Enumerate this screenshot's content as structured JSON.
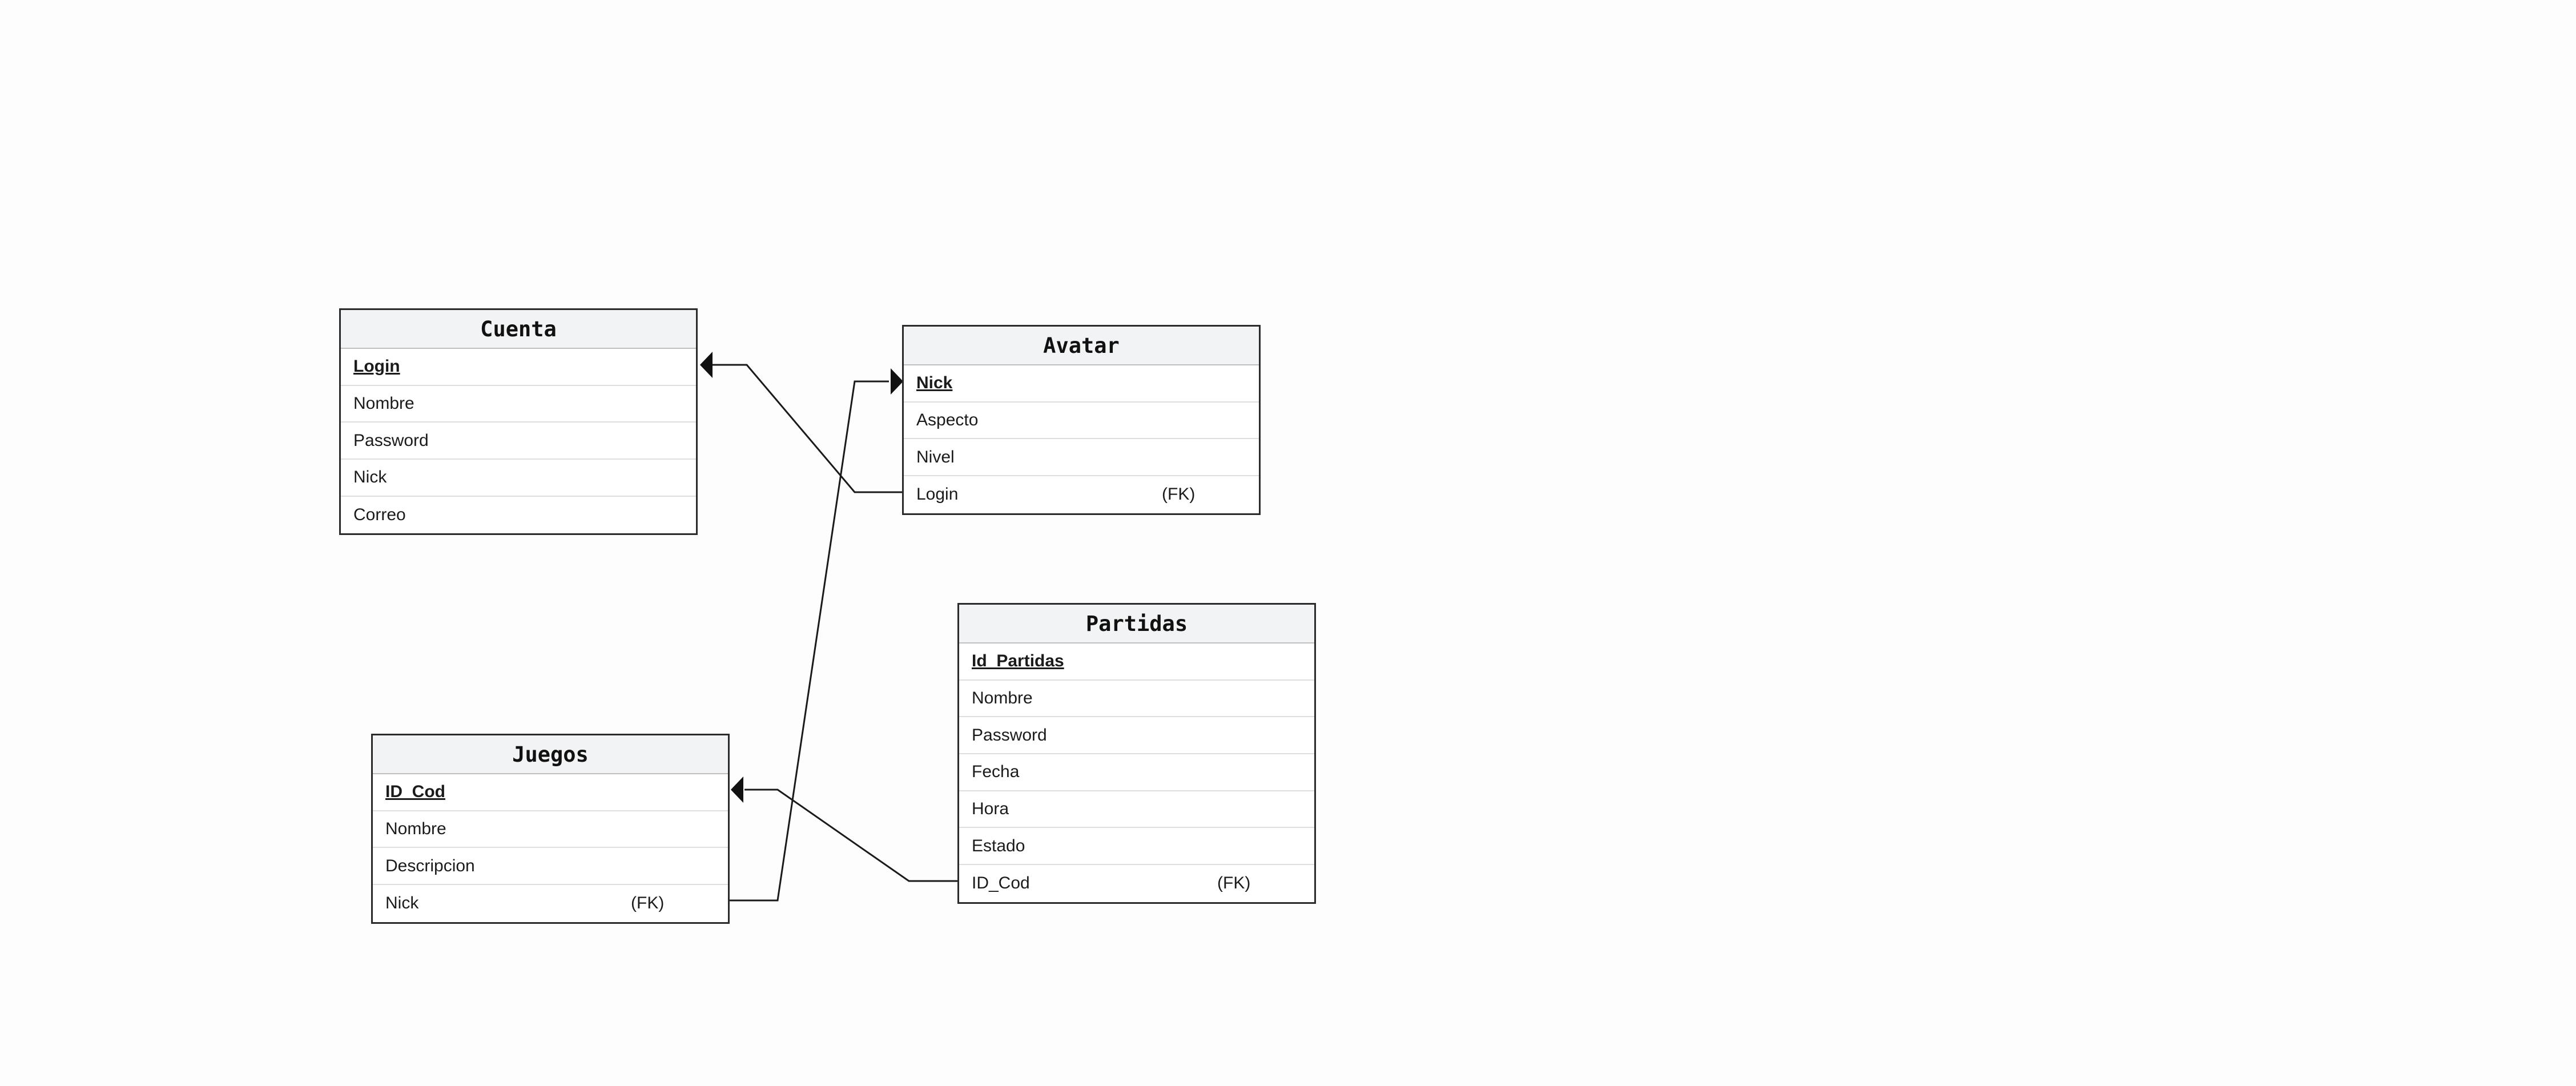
{
  "diagram": {
    "entities": [
      {
        "id": "cuenta",
        "title": "Cuenta",
        "attributes": [
          {
            "name": "Login",
            "pk": true,
            "flag": ""
          },
          {
            "name": "Nombre",
            "pk": false,
            "flag": ""
          },
          {
            "name": "Password",
            "pk": false,
            "flag": ""
          },
          {
            "name": "Nick",
            "pk": false,
            "flag": ""
          },
          {
            "name": "Correo",
            "pk": false,
            "flag": ""
          }
        ]
      },
      {
        "id": "avatar",
        "title": "Avatar",
        "attributes": [
          {
            "name": "Nick",
            "pk": true,
            "flag": ""
          },
          {
            "name": "Aspecto",
            "pk": false,
            "flag": ""
          },
          {
            "name": "Nivel",
            "pk": false,
            "flag": ""
          },
          {
            "name": "Login",
            "pk": false,
            "flag": "(FK)"
          }
        ]
      },
      {
        "id": "partidas",
        "title": "Partidas",
        "attributes": [
          {
            "name": "Id_Partidas",
            "pk": true,
            "flag": ""
          },
          {
            "name": "Nombre",
            "pk": false,
            "flag": ""
          },
          {
            "name": "Password",
            "pk": false,
            "flag": ""
          },
          {
            "name": "Fecha",
            "pk": false,
            "flag": ""
          },
          {
            "name": "Hora",
            "pk": false,
            "flag": ""
          },
          {
            "name": "Estado",
            "pk": false,
            "flag": ""
          },
          {
            "name": "ID_Cod",
            "pk": false,
            "flag": "(FK)"
          }
        ]
      },
      {
        "id": "juegos",
        "title": "Juegos",
        "attributes": [
          {
            "name": "ID_Cod",
            "pk": true,
            "flag": ""
          },
          {
            "name": "Nombre",
            "pk": false,
            "flag": ""
          },
          {
            "name": "Descripcion",
            "pk": false,
            "flag": ""
          },
          {
            "name": "Nick",
            "pk": false,
            "flag": "(FK)"
          }
        ]
      }
    ],
    "relationships": [
      {
        "from_entity": "avatar",
        "from_attr": "Login",
        "to_entity": "cuenta",
        "to_attr": "Login"
      },
      {
        "from_entity": "juegos",
        "from_attr": "Nick",
        "to_entity": "avatar",
        "to_attr": "Nick"
      },
      {
        "from_entity": "partidas",
        "from_attr": "ID_Cod",
        "to_entity": "juegos",
        "to_attr": "ID_Cod"
      }
    ]
  }
}
